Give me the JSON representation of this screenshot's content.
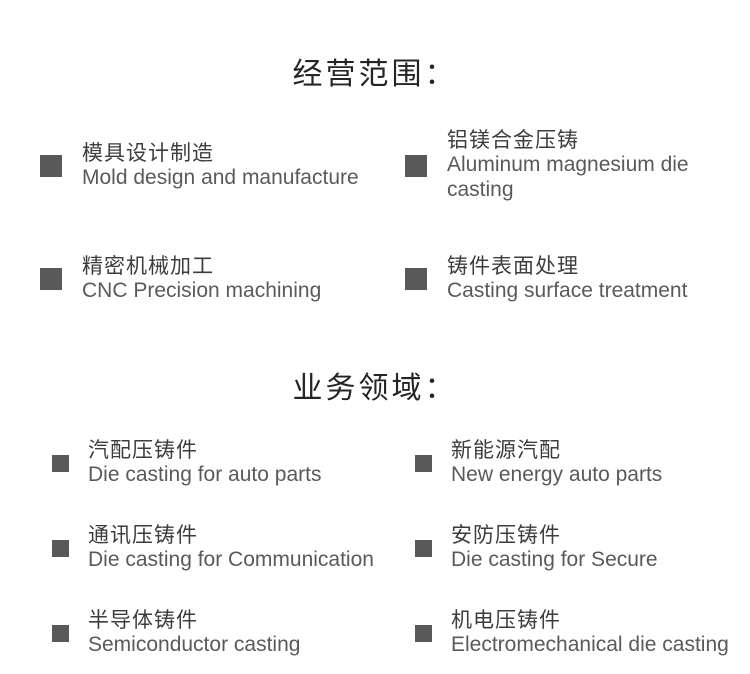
{
  "colors": {
    "background": "#ffffff",
    "title_text": "#252525",
    "bullet": "#595959",
    "item_chinese_text": "#3d3d3d",
    "item_english_text": "#5a5a5a"
  },
  "sections": [
    {
      "title": "经营范围：",
      "items": [
        {
          "zh": "模具设计制造",
          "en": "Mold design and manufacture"
        },
        {
          "zh": "铝镁合金压铸",
          "en": "Aluminum magnesium die casting"
        },
        {
          "zh": "精密机械加工",
          "en": "CNC Precision machining"
        },
        {
          "zh": "铸件表面处理",
          "en": "Casting surface treatment"
        }
      ]
    },
    {
      "title": "业务领域：",
      "items": [
        {
          "zh": "汽配压铸件",
          "en": "Die casting for auto parts"
        },
        {
          "zh": "新能源汽配",
          "en": "New energy auto parts"
        },
        {
          "zh": "通讯压铸件",
          "en": "Die casting for Communication"
        },
        {
          "zh": "安防压铸件",
          "en": "Die casting for Secure"
        },
        {
          "zh": "半导体铸件",
          "en": "Semiconductor casting"
        },
        {
          "zh": "机电压铸件",
          "en": "Electromechanical die casting"
        }
      ]
    }
  ]
}
